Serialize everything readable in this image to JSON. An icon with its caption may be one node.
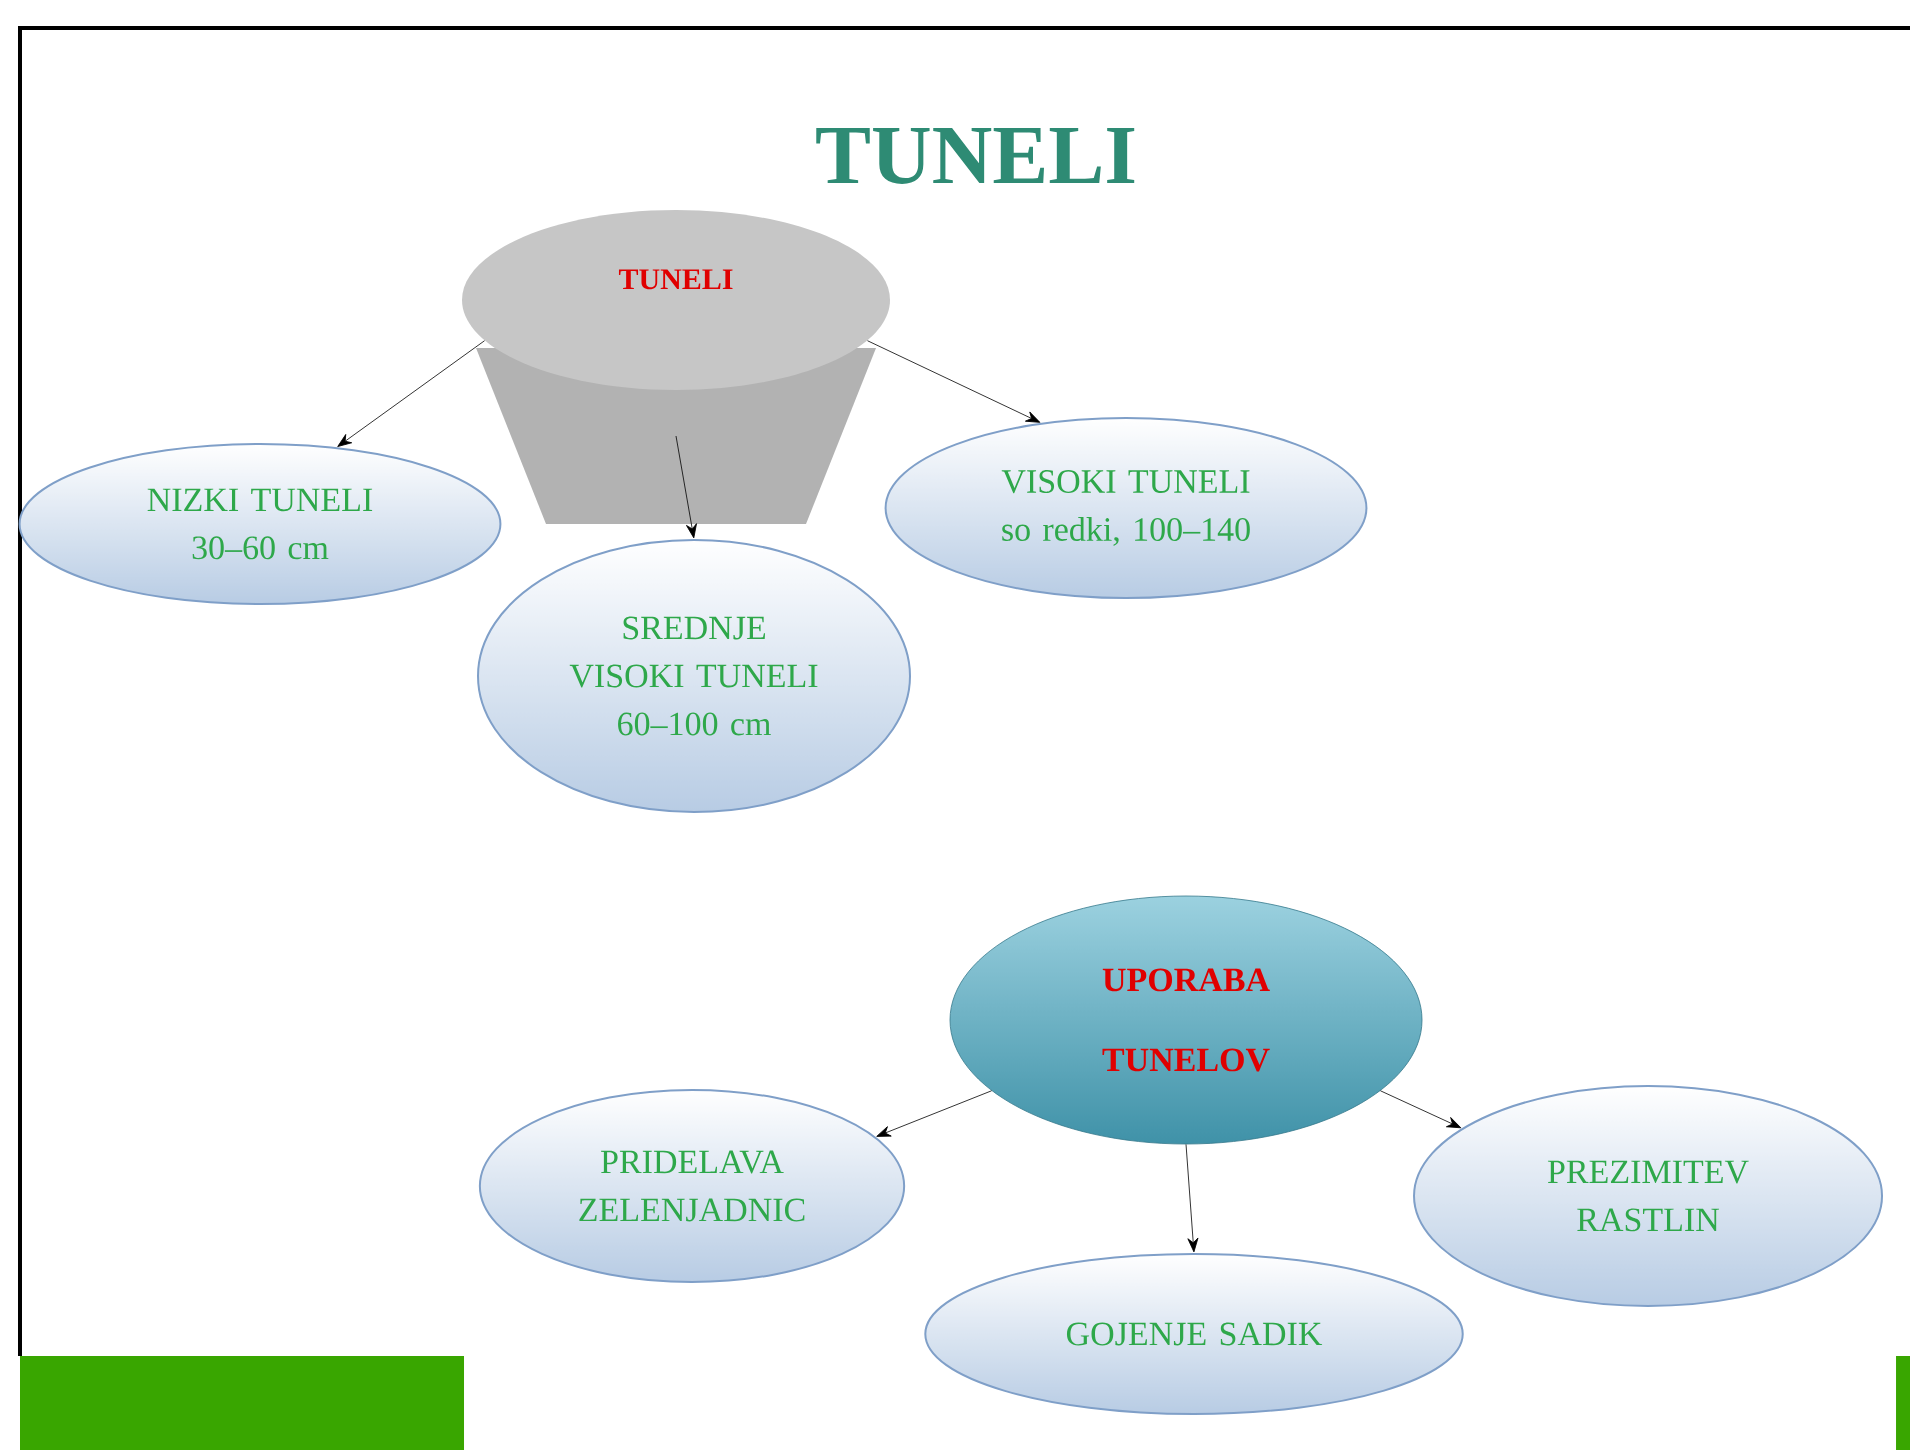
{
  "diagram": {
    "title": "TUNELI",
    "nodes": [
      {
        "text": [
          "TUNELI"
        ]
      },
      {
        "text": [],
        "shape": "cone"
      },
      {
        "text": [
          "NIZKI TUNELI 30–60 cm"
        ]
      },
      {
        "text": [
          "SREDNJE VISOKI TUNELI 60–100 cm"
        ]
      },
      {
        "text": [
          "VISOKI TUNELI so redki, 100–140"
        ]
      },
      {
        "text": [
          "UPORABA TUNELOV"
        ]
      },
      {
        "text": [
          "PRIDELAVA ZELENJADNIC"
        ]
      },
      {
        "text": [
          "GOJENJE SADIK"
        ]
      },
      {
        "text": [
          "PREZIMITEV RASTLIN"
        ]
      }
    ],
    "edges": [
      {
        "from": 0,
        "to": 2,
        "arrow": "to"
      },
      {
        "from": 1,
        "to": 3,
        "arrow": "to"
      },
      {
        "from": 0,
        "to": 4,
        "arrow": "to"
      },
      {
        "from": 5,
        "to": 6,
        "arrow": "to"
      },
      {
        "from": 5,
        "to": 7,
        "arrow": "to"
      },
      {
        "from": 5,
        "to": 8,
        "arrow": "to"
      }
    ]
  }
}
